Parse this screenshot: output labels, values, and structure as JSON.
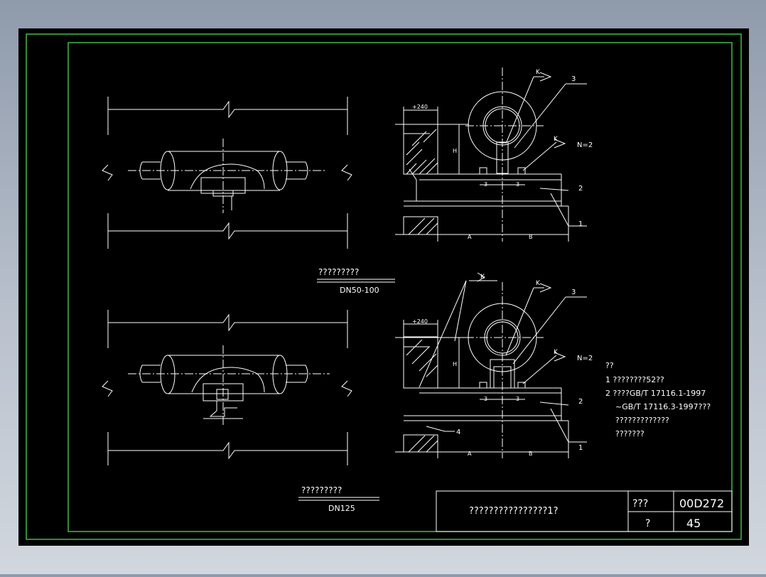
{
  "colors": {
    "canvas": "#000000",
    "frame": "#4cd94c",
    "line": "#ffffff",
    "title_block": "#ffffff"
  },
  "labels": {
    "top_caption": "?????????",
    "top_sub": "DN50-100",
    "bottom_caption": "?????????",
    "bottom_sub": "DN125",
    "dim_240": "+240",
    "dim_h": "H",
    "dim_a": "A",
    "dim_b": "B",
    "dim_3": "3",
    "weld_k": "K",
    "weld_n": "N=2",
    "callout_1": "1",
    "callout_2": "2",
    "callout_3": "3",
    "callout_4": "4"
  },
  "notes": {
    "title": "??",
    "lines": [
      "1 ????????52??",
      "2 ????GB/T 17116.1-1997",
      "~GB/T 17116.3-1997???",
      "?????????????",
      "???????"
    ]
  },
  "title_block": {
    "drawing_title": "????????????????1?",
    "label_atlas": "???",
    "atlas_no": "00D272",
    "label_page": "?",
    "page_no": "45"
  }
}
